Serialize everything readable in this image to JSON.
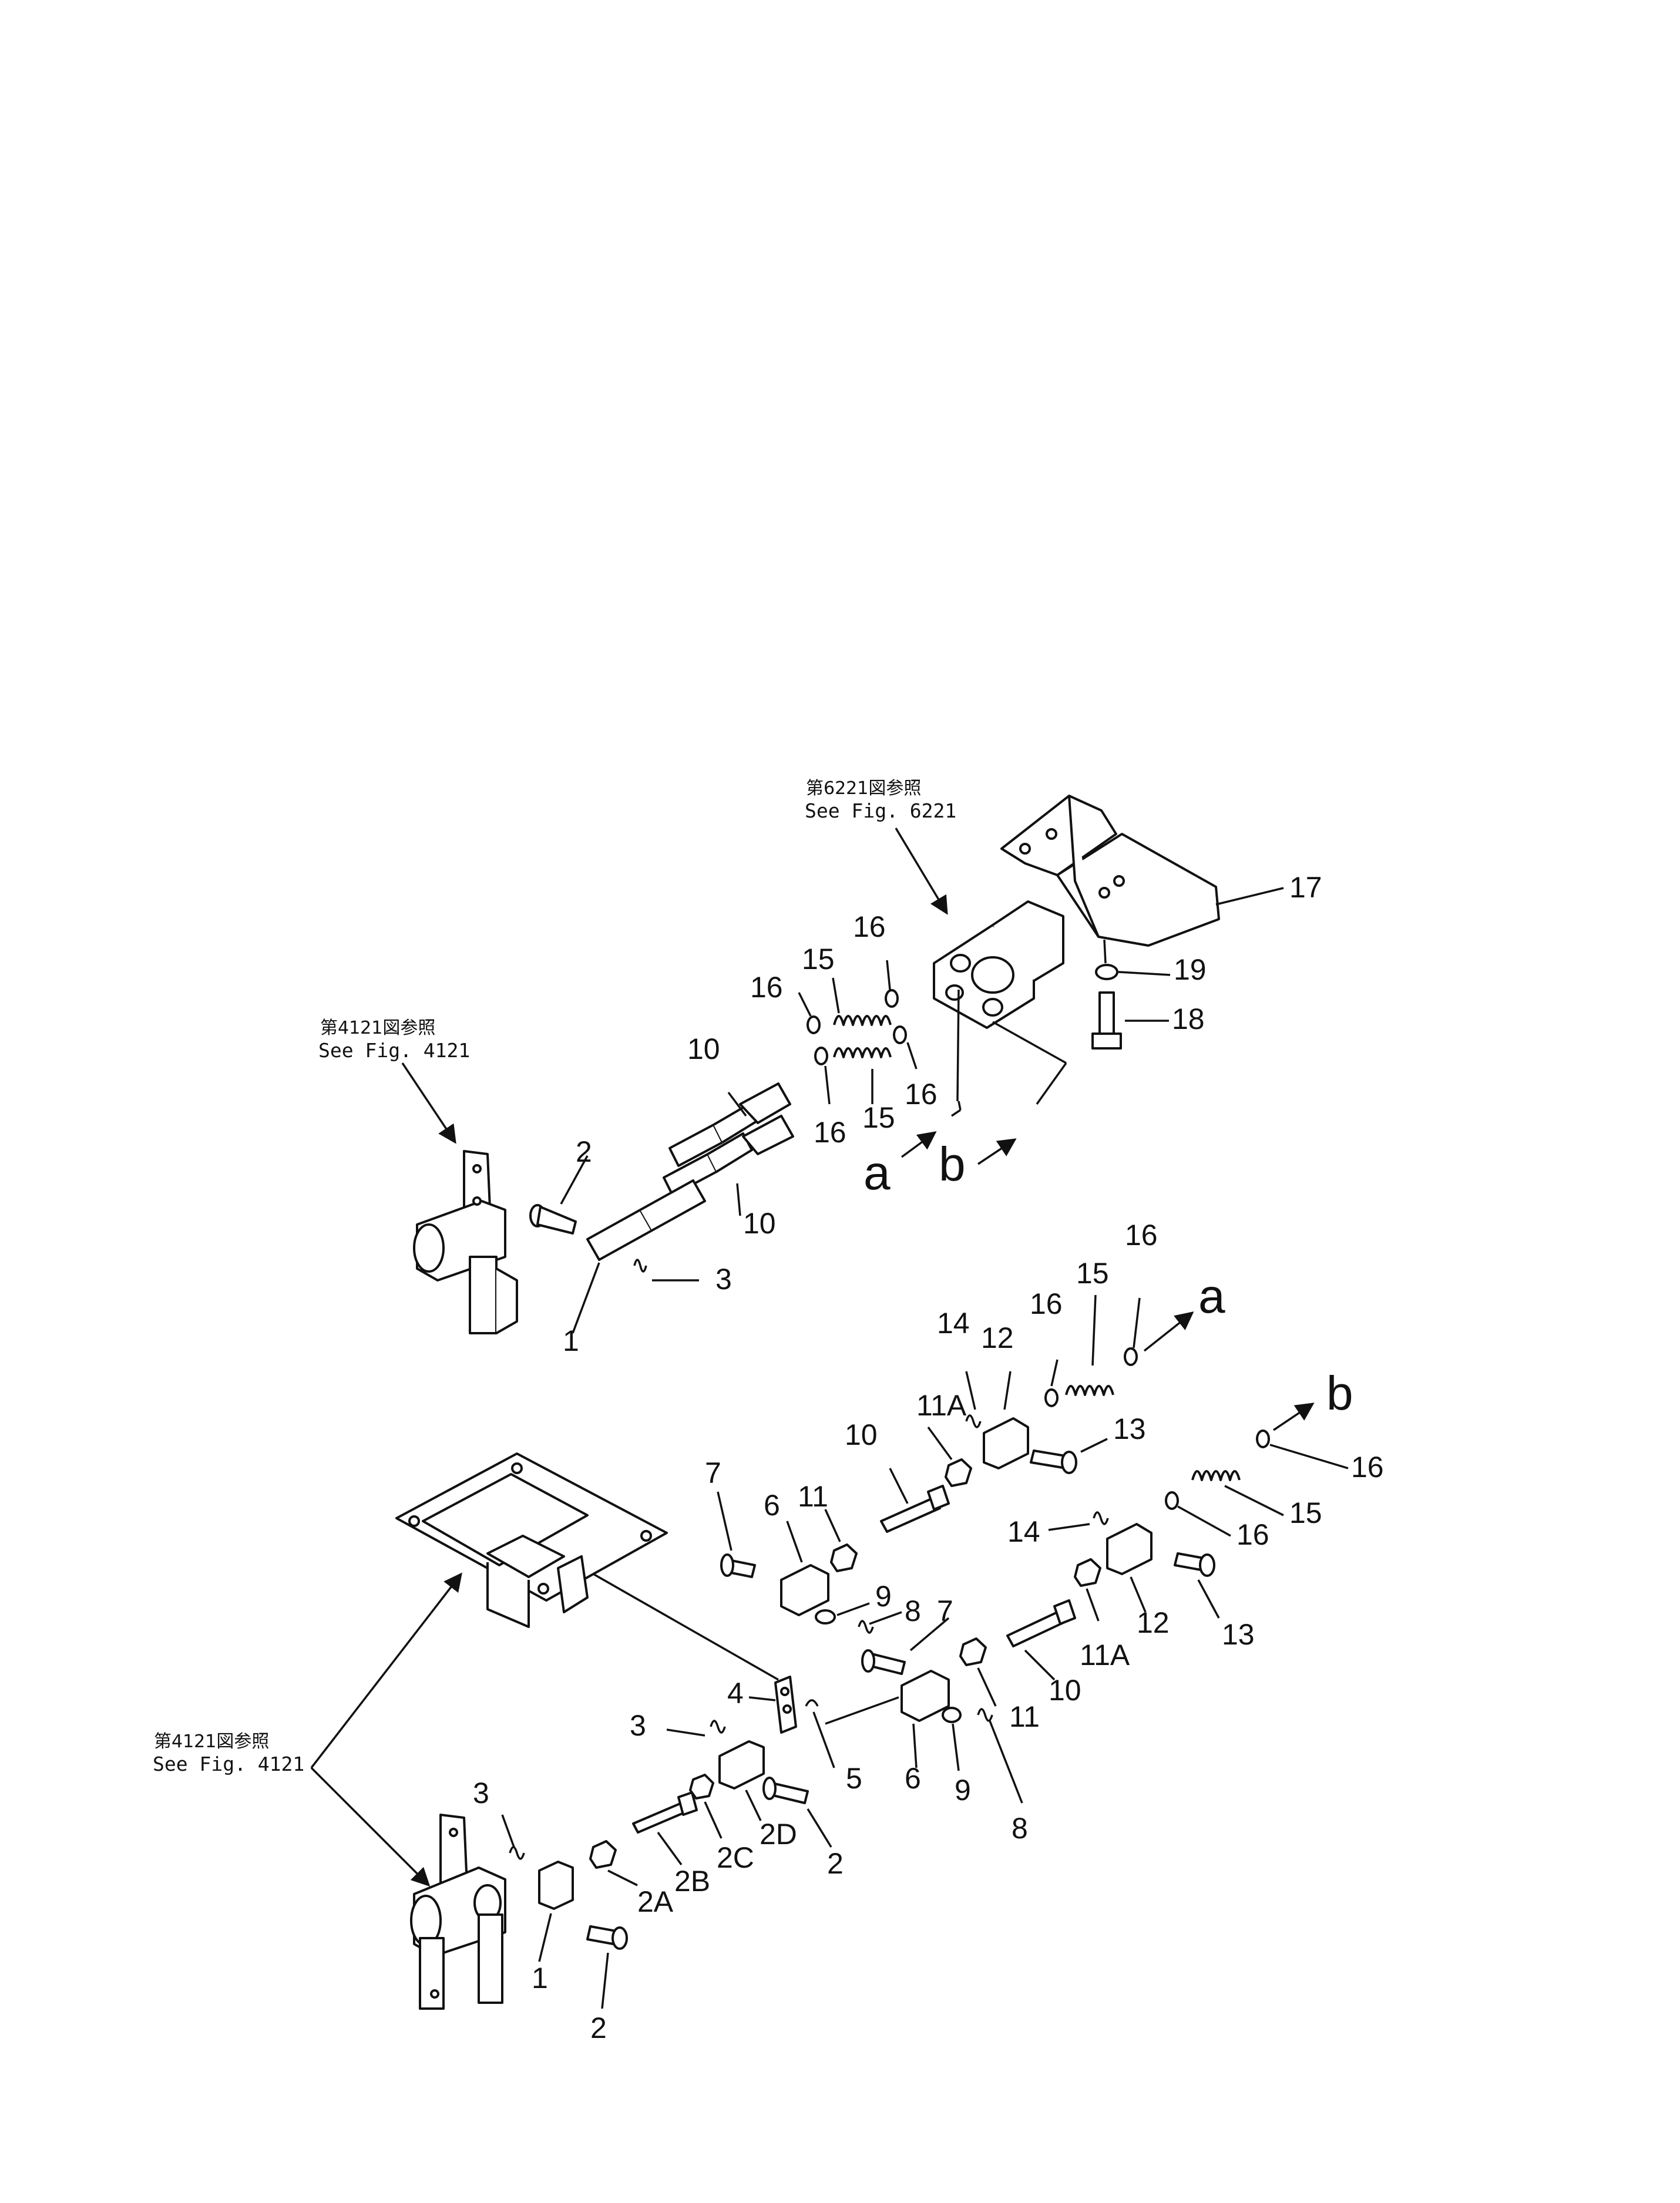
{
  "refs": [
    {
      "jp": "第6221図参照",
      "en": "See Fig. 6221"
    },
    {
      "jp": "第4121図参照",
      "en": "See Fig. 4121"
    },
    {
      "jp": "第4121図参照",
      "en": "See Fig. 4121"
    }
  ],
  "labels": {
    "l17": "17",
    "l19": "19",
    "l18": "18",
    "l16a": "16",
    "l15a": "15",
    "l16b": "16",
    "l16c": "16",
    "l15b": "15",
    "l16d": "16",
    "l10a": "10",
    "l10b": "10",
    "l2a": "2",
    "l3a": "3",
    "l1a": "1",
    "la1": "a",
    "lb1": "b",
    "l16e": "16",
    "l15c": "15",
    "l16f": "16",
    "la2": "a",
    "l14a": "14",
    "l12a": "12",
    "l11Aa": "11A",
    "l10c": "10",
    "l13a": "13",
    "lb2": "b",
    "l16g": "16",
    "l15d": "15",
    "l16h": "16",
    "l7a": "7",
    "l6a": "6",
    "l11a": "11",
    "l9a": "9",
    "l8a": "8",
    "l14b": "14",
    "l12b": "12",
    "l11Ab": "11A",
    "l10d": "10",
    "l13b": "13",
    "l7b": "7",
    "l4": "4",
    "l5": "5",
    "l6b": "6",
    "l11b": "11",
    "l9b": "9",
    "l8b": "8",
    "l3b": "3",
    "l3c": "3",
    "l2D": "2D",
    "l2C": "2C",
    "l2B": "2B",
    "l2A": "2A",
    "l2b": "2",
    "l2c": "2",
    "l1b": "1"
  }
}
